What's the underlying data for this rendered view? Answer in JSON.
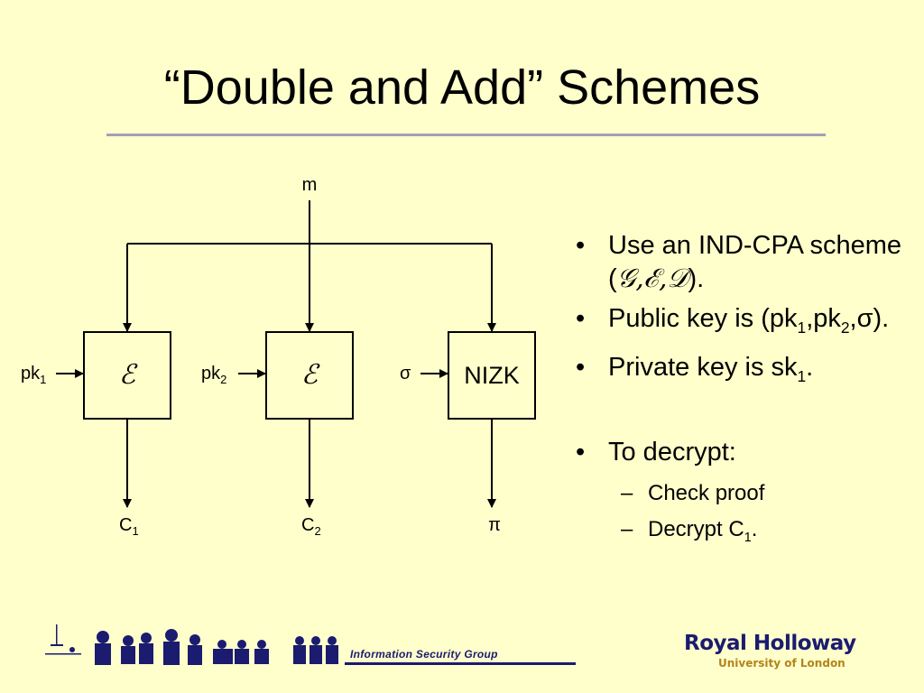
{
  "slide": {
    "title": "“Double and Add” Schemes"
  },
  "diagram": {
    "input_label": "m",
    "box1": {
      "label": "ℰ",
      "key_label": "pk",
      "key_sub": "1",
      "output_label": "C",
      "output_sub": "1"
    },
    "box2": {
      "label": "ℰ",
      "key_label": "pk",
      "key_sub": "2",
      "output_label": "C",
      "output_sub": "2"
    },
    "box3": {
      "label": "NIZK",
      "key_label": "σ",
      "output_label": "π"
    }
  },
  "bullets": {
    "b1": {
      "text": "Use an IND-CPA scheme (",
      "symbols": "𝒢,ℰ,𝒟",
      "end": ")."
    },
    "b2": {
      "text": "Public key is (pk",
      "s1": "1",
      "mid": ",pk",
      "s2": "2",
      "end": ",σ)."
    },
    "b3": {
      "text": "Private key is sk",
      "s1": "1",
      "end": "."
    },
    "b4": {
      "text": "To decrypt:"
    },
    "sub1": {
      "text": "Check proof"
    },
    "sub2": {
      "text": "Decrypt C",
      "s1": "1",
      "end": "."
    }
  },
  "footer": {
    "group_name": "Information Security Group",
    "university": "Royal Holloway",
    "university_sub": "University of London"
  },
  "colors": {
    "background": "#ffffcc",
    "rule": "#a0a0b4",
    "brand_navy": "#1b1b70",
    "brand_gold": "#b3841a"
  }
}
